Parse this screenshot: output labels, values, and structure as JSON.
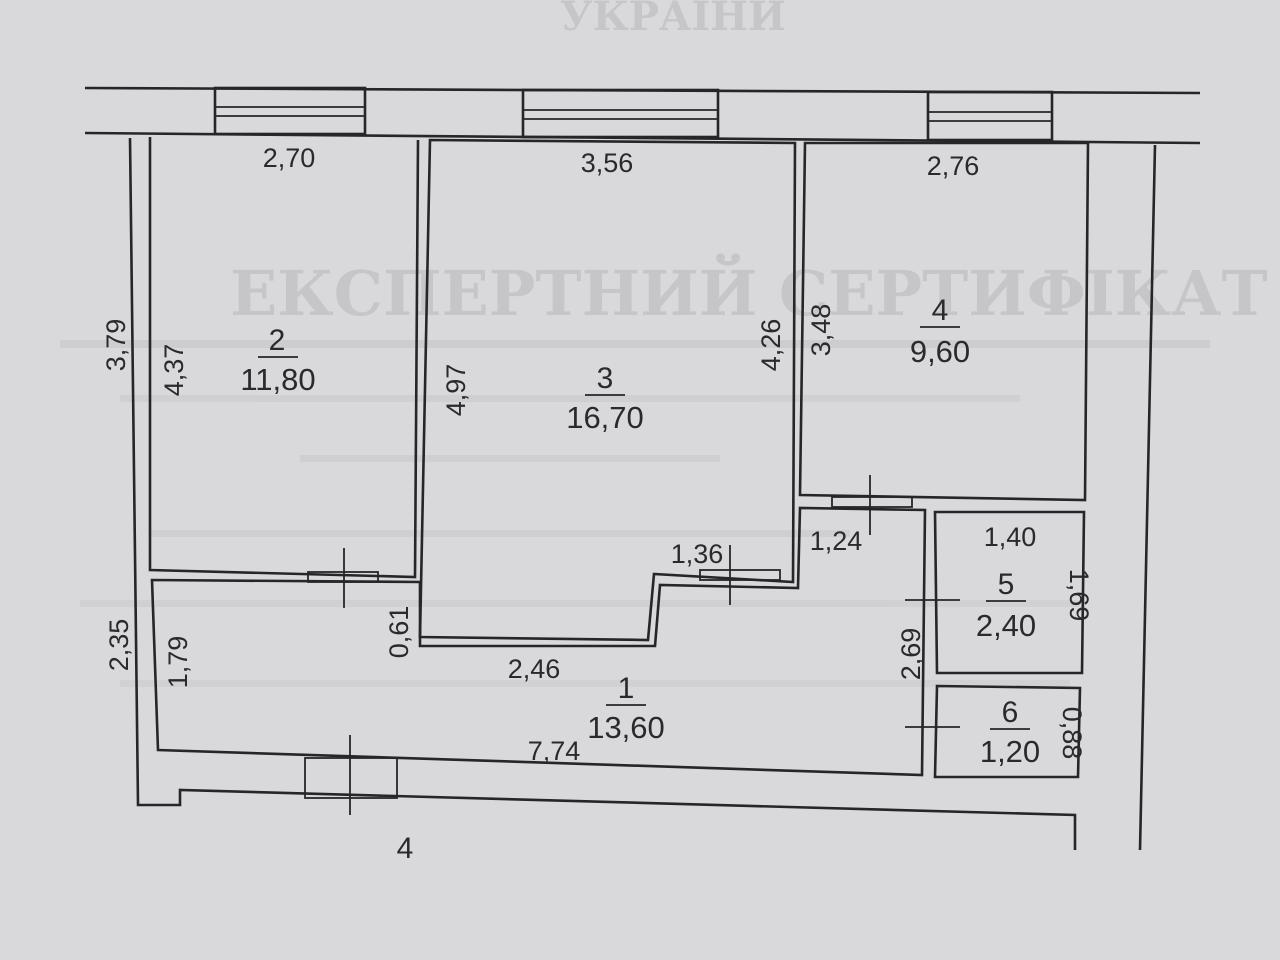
{
  "colors": {
    "paper": "#d9d9db",
    "ink": "#26262a"
  },
  "rooms": [
    {
      "id": "1",
      "area": "13,60"
    },
    {
      "id": "2",
      "area": "11,80"
    },
    {
      "id": "3",
      "area": "16,70"
    },
    {
      "id": "4",
      "area": "9,60"
    },
    {
      "id": "5",
      "area": "2,40"
    },
    {
      "id": "6",
      "area": "1,20"
    }
  ],
  "dimensions": {
    "room2_top": "2,70",
    "room3_top": "3,56",
    "room4_top": "2,76",
    "outer_left_upper": "3,79",
    "room2_left": "4,37",
    "room3_left": "4,97",
    "room3_right": "4,26",
    "room4_left": "3,48",
    "room3_notch": "1,36",
    "corridor_top": "1,24",
    "room5_top": "1,40",
    "room5_right": "1,69",
    "partition": "0,61",
    "outer_left_lower": "2,35",
    "room1_left": "1,79",
    "room1_inner": "2,46",
    "room1_bottom": "7,74",
    "room1_right": "2,69",
    "room6_right": "0,88"
  },
  "footer_label": "4"
}
